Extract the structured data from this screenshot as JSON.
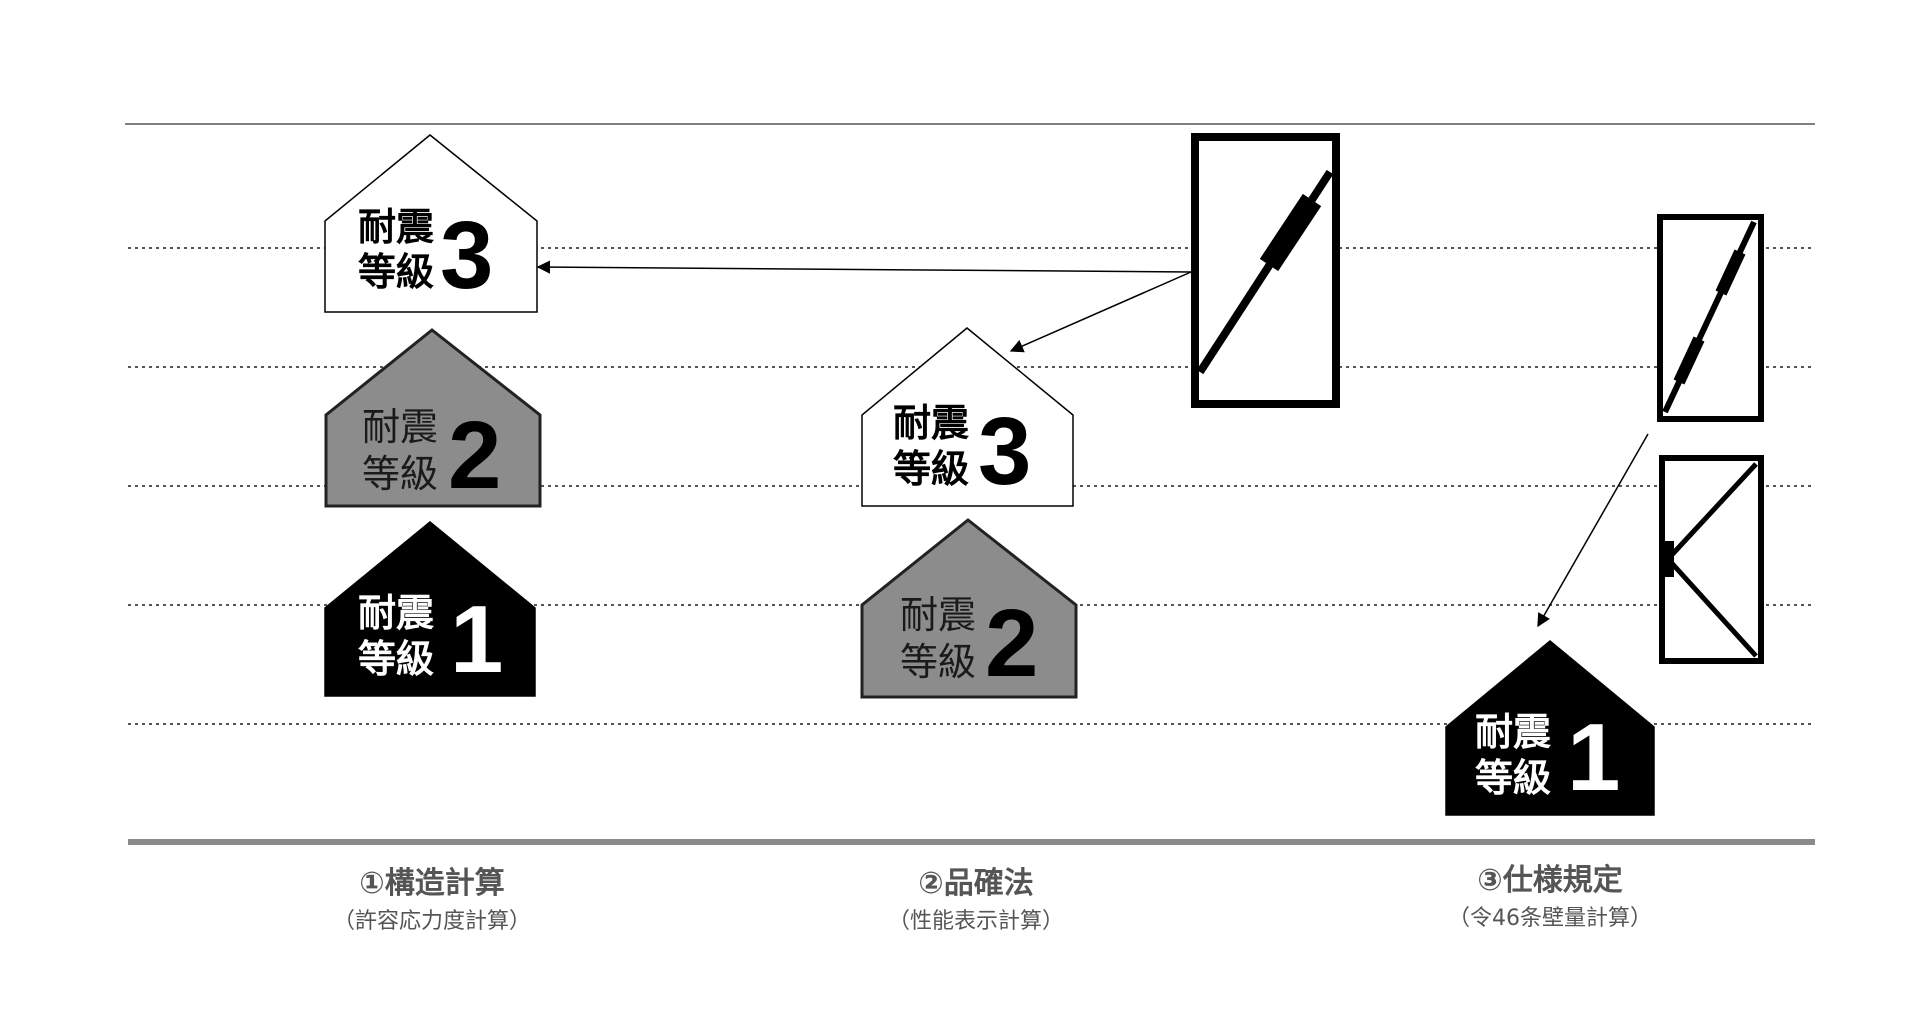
{
  "houses": {
    "structural_grade3": {
      "word_top": "耐震",
      "word_bottom": "等級",
      "number": "3"
    },
    "structural_grade2": {
      "word_top": "耐震",
      "word_bottom": "等級",
      "number": "2"
    },
    "structural_grade1": {
      "word_top": "耐震",
      "word_bottom": "等級",
      "number": "1"
    },
    "quality_grade3": {
      "word_top": "耐震",
      "word_bottom": "等級",
      "number": "3"
    },
    "quality_grade2": {
      "word_top": "耐震",
      "word_bottom": "等級",
      "number": "2"
    },
    "spec_grade1": {
      "word_top": "耐震",
      "word_bottom": "等級",
      "number": "1"
    }
  },
  "methods": [
    {
      "title": "①構造計算",
      "subtitle": "（許容応力度計算）"
    },
    {
      "title": "②品確法",
      "subtitle": "（性能表示計算）"
    },
    {
      "title": "③仕様規定",
      "subtitle": "（令46条壁量計算）"
    }
  ],
  "colors": {
    "grade3_fill": "#ffffff",
    "grade2_fill": "#8c8c8c",
    "grade1_fill": "#000000",
    "baseline": "#8a8a8a",
    "gridline": "#555555",
    "label_text": "#555555"
  },
  "icons": [
    "house-icon",
    "braced-wall-icon",
    "arrow-icon"
  ]
}
